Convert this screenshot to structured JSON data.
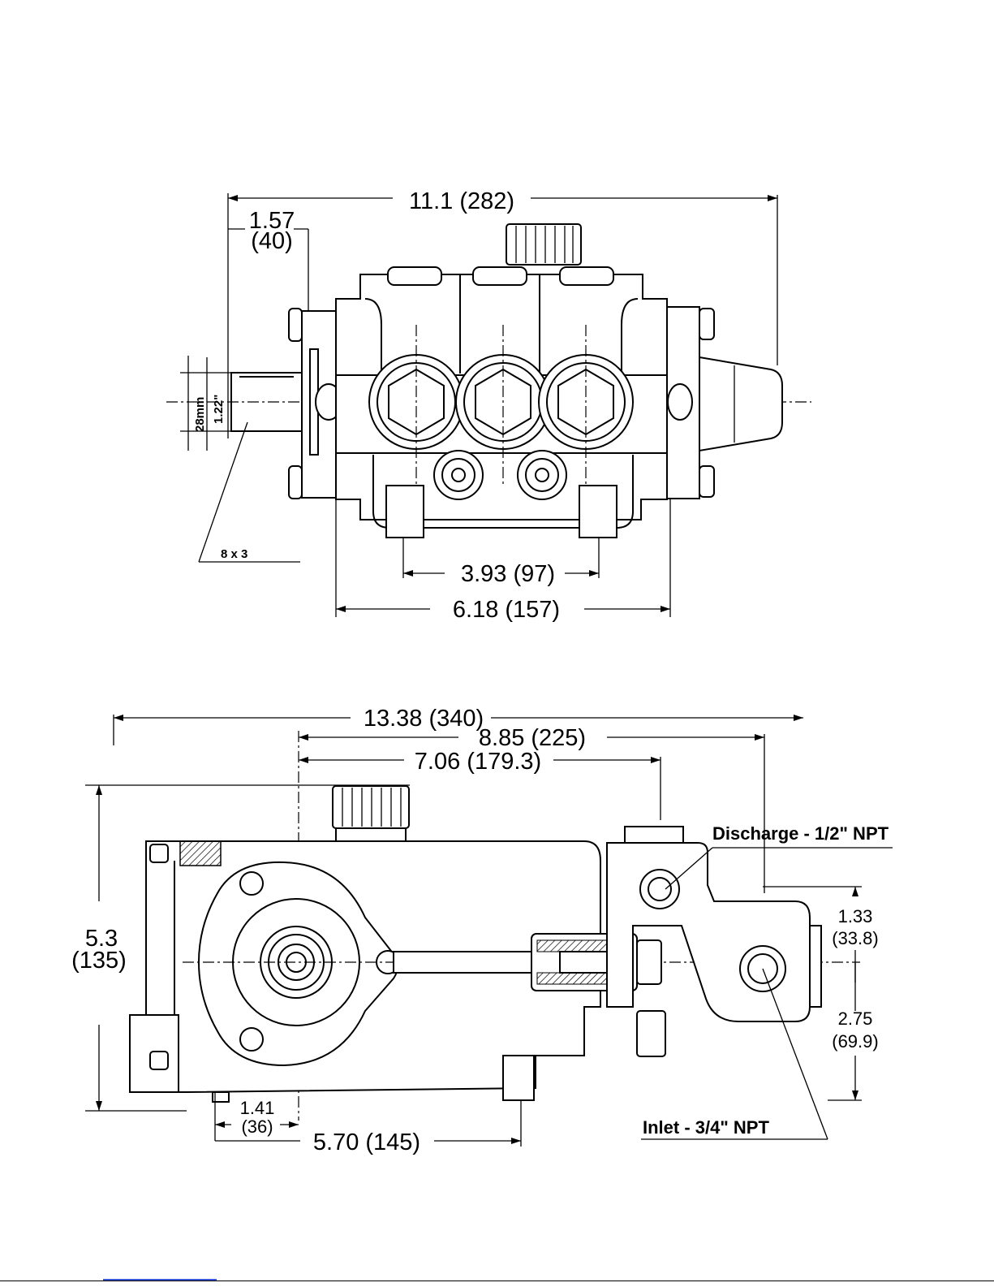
{
  "top_view": {
    "overall_length": "11.1 (282)",
    "shaft_offset_in": "1.57",
    "shaft_offset_mm": "(40)",
    "shaft_dia_mm": "28mm",
    "shaft_dia_in": "1.22\"",
    "keyway": "8 x 3",
    "mount_spacing": "3.93 (97)",
    "base_width": "6.18 (157)"
  },
  "side_view": {
    "overall_length": "13.38 (340)",
    "length_a": "8.85 (225)",
    "length_b": "7.06 (179.3)",
    "height_in": "5.3",
    "height_mm": "(135)",
    "discharge_label": "Discharge - 1/2\" NPT",
    "inlet_label": "Inlet - 3/4\" NPT",
    "discharge_height_in": "1.33",
    "discharge_height_mm": "(33.8)",
    "inlet_height_in": "2.75",
    "inlet_height_mm": "(69.9)",
    "foot_offset_in": "1.41",
    "foot_offset_mm": "(36)",
    "foot_spacing": "5.70 (145)"
  }
}
